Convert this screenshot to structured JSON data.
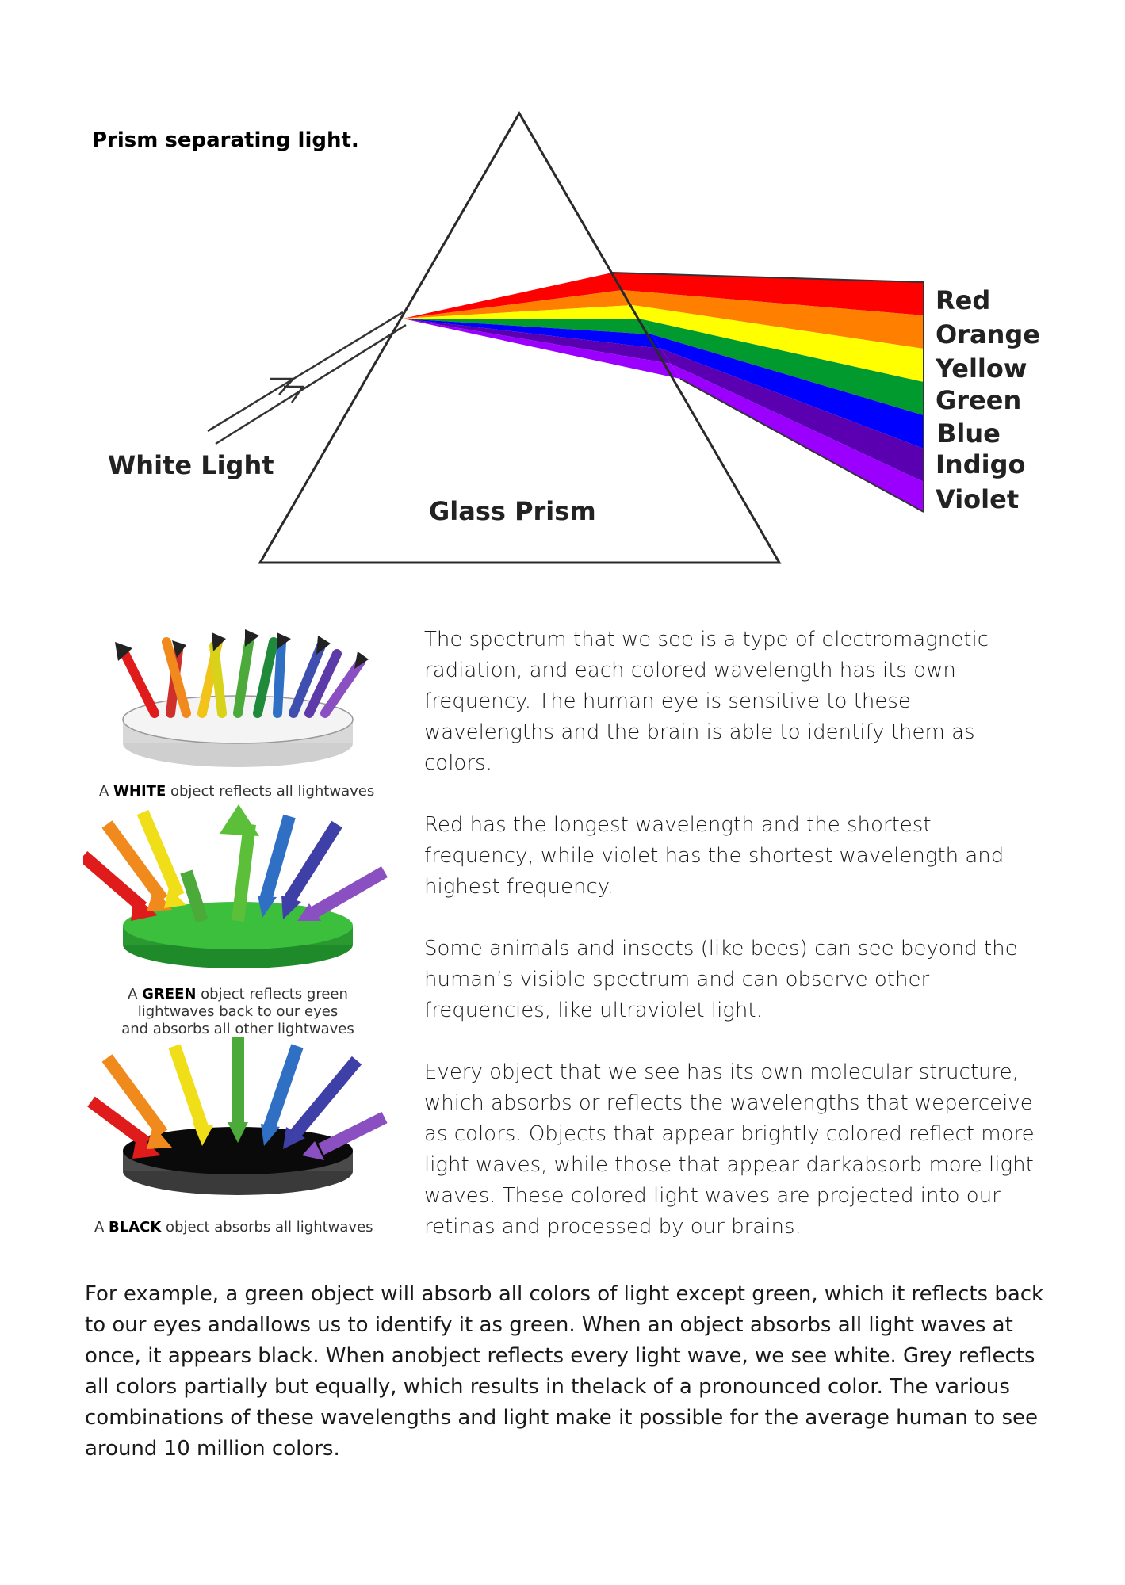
{
  "figure_caption": "Prism separating light.",
  "prism_diagram": {
    "incoming_label": "White Light",
    "prism_label": "Glass Prism",
    "spectrum": [
      {
        "label": "Red",
        "color": "#ff0000"
      },
      {
        "label": "Orange",
        "color": "#ff7f00"
      },
      {
        "label": "Yellow",
        "color": "#ffff00"
      },
      {
        "label": "Green",
        "color": "#009a2e"
      },
      {
        "label": "Blue",
        "color": "#0000ff"
      },
      {
        "label": "Indigo",
        "color": "#5a00b0"
      },
      {
        "label": "Violet",
        "color": "#9b00ff"
      }
    ]
  },
  "object_illustration": {
    "white": {
      "pre": "A ",
      "bold": "WHITE",
      "post": " object reflects all lightwaves"
    },
    "green": {
      "line1_pre": "A ",
      "line1_bold": "GREEN",
      "line1_post": " object reflects green",
      "line2": "lightwaves back to our eyes",
      "line3": "and absorbs all other lightwaves"
    },
    "black": {
      "pre": "A ",
      "bold": "BLACK",
      "post": " object absorbs all lightwaves"
    }
  },
  "side_paragraphs": [
    "The spectrum that we see is a type of electromagnetic radiation, and each colored wavelength has its own frequency. The human eye is sensitive to these wavelengths and the brain is able to identify them as colors.",
    "Red has the longest wavelength and the shortest frequency, while violet has the shortest wavelength and highest frequency.",
    "Some animals and insects (like bees) can see beyond the human’s visible spectrum and can observe other frequencies, like ultraviolet light.",
    "Every object that we see has its own molecular structure, which absorbs or reflects the wavelengths that weperceive as colors. Objects that appear brightly colored reflect more light waves, while those that appear darkabsorb more light waves. These colored light waves are projected into our retinas and processed by our brains."
  ],
  "bottom_paragraph": "For example, a green object will absorb all colors of light except green, which it reflects back to our eyes andallows us to identify it as green. When an object absorbs all light waves at once, it appears black. When anobject reflects every light wave, we see white. Grey reflects all colors partially but equally, which results in thelack of a pronounced color. The various combinations of these wavelengths and light make it possible for the average human to see around 10 million colors."
}
